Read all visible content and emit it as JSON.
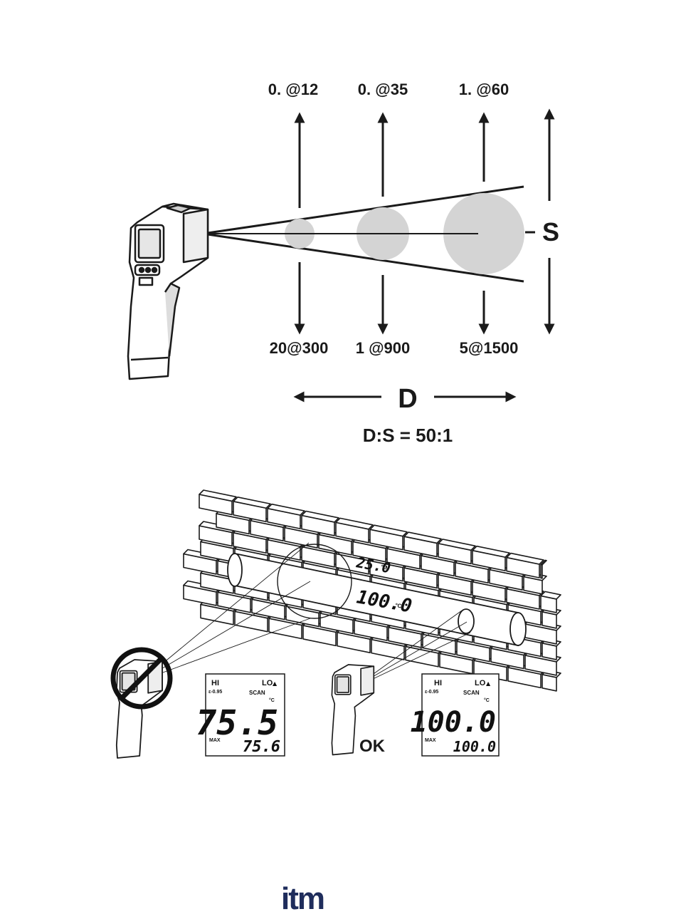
{
  "ds_diagram": {
    "top_labels": [
      "0.  @12",
      "0.  @35",
      "1.  @60"
    ],
    "bottom_labels": [
      "20@300",
      "1  @900",
      "5@1500"
    ],
    "s_label": "S",
    "d_label": "D",
    "ratio": "D:S = 50:1"
  },
  "wall_scene": {
    "reading_low": "25.0",
    "reading_high": "100.0",
    "unit": "°C"
  },
  "lcd_left": {
    "hi": "HI",
    "lo": "LO",
    "emissivity": "ε-0.95",
    "mode": "SCAN",
    "unit": "°C",
    "main_value": "75.5",
    "max_label": "MAX",
    "max_value": "75.6"
  },
  "ok_label": "OK",
  "lcd_right": {
    "hi": "HI",
    "lo": "LO",
    "emissivity": "ε-0.95",
    "mode": "SCAN",
    "unit": "°C",
    "main_value": "100.0",
    "max_label": "MAX",
    "max_value": "100.0"
  },
  "footer": {
    "logo_text": "itm"
  },
  "colors": {
    "ink": "#1a1a1a",
    "spot_fill": "#d4d4d4",
    "logo": "#1f2d5c"
  }
}
